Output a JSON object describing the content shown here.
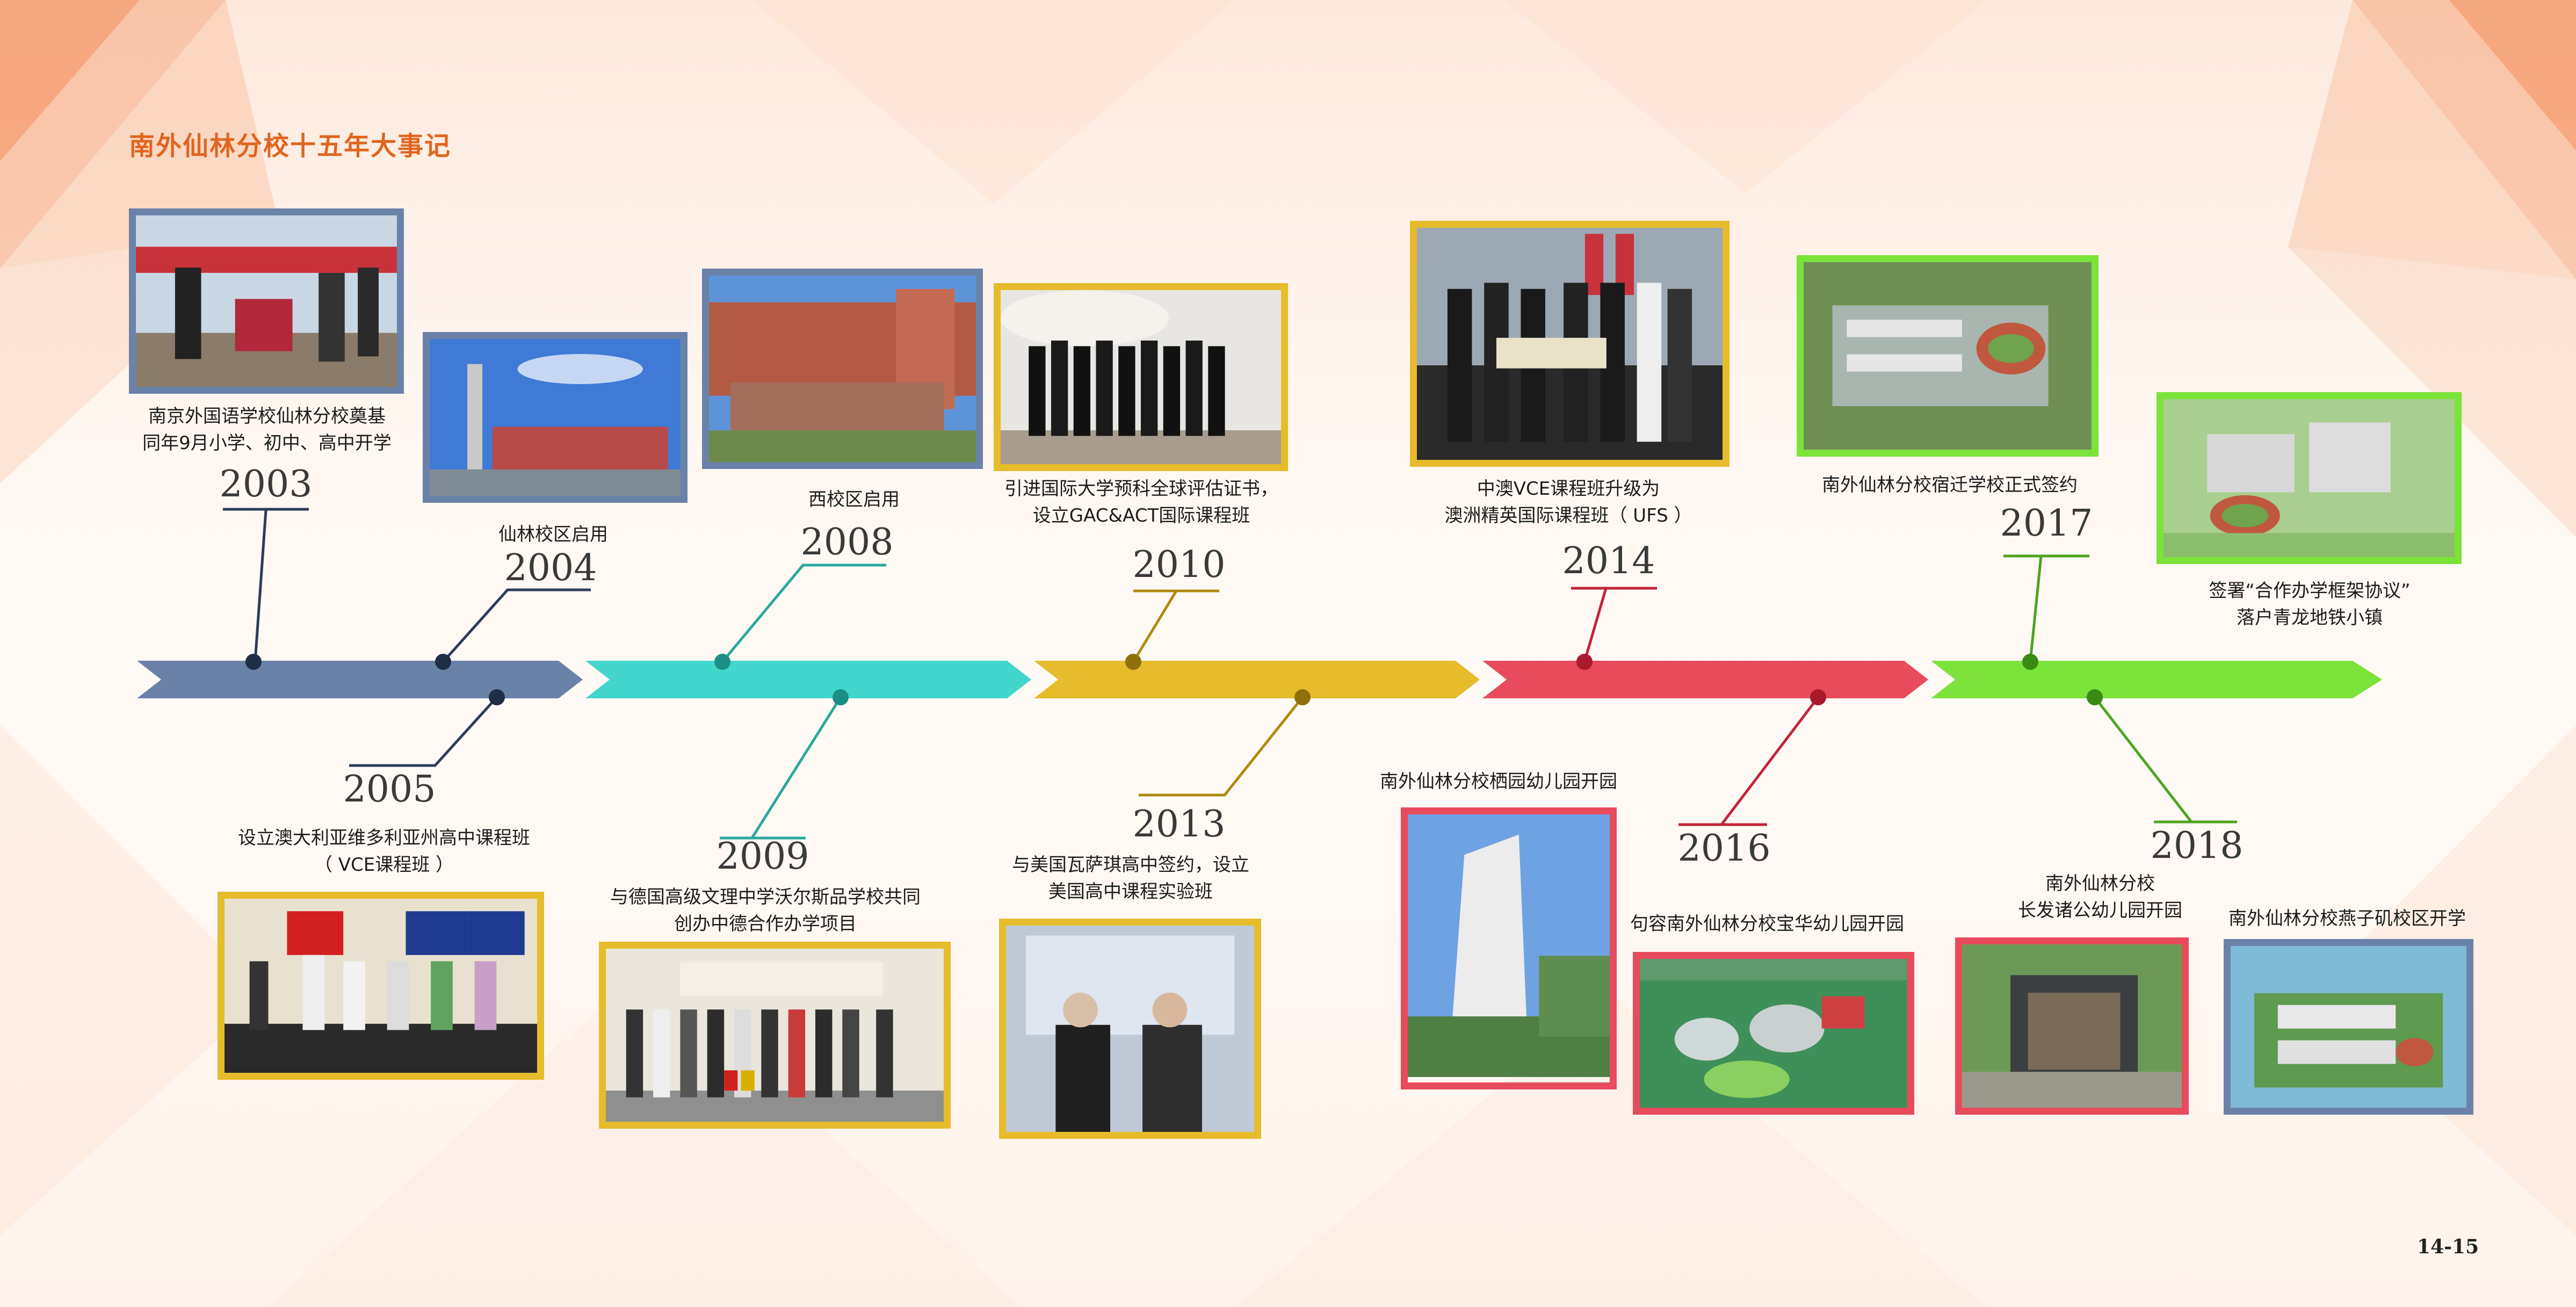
{
  "page_title": "南外仙林分校十五年大事记",
  "page_number": "14-15",
  "colors": {
    "accent_orange": "#e0651f",
    "segment_blue": "#6b82a8",
    "segment_teal": "#42d6cc",
    "segment_gold": "#e6bb2c",
    "segment_red": "#e84b5c",
    "segment_green": "#7be33a"
  },
  "events": [
    {
      "year": "2003",
      "caption_lines": [
        "南京外国语学校仙林分校奠基",
        "同年9月小学、初中、高中开学"
      ],
      "photo_icon": "groundbreaking-ceremony-photo"
    },
    {
      "year": "2004",
      "caption_lines": [
        "仙林校区启用"
      ],
      "photo_icon": "campus-tower-photo"
    },
    {
      "year": "2005",
      "caption_lines": [
        "设立澳大利亚维多利亚州高中课程班",
        "（ VCE课程班 ）"
      ],
      "photo_icon": "delegation-flags-photo"
    },
    {
      "year": "2008",
      "caption_lines": [
        "西校区启用"
      ],
      "photo_icon": "west-campus-sign-photo"
    },
    {
      "year": "2009",
      "caption_lines": [
        "与德国高级文理中学沃尔斯品学校共同",
        "创办中德合作办学项目"
      ],
      "photo_icon": "german-partnership-photo"
    },
    {
      "year": "2010",
      "caption_lines": [
        "引进国际大学预科全球评估证书，",
        "设立GAC&ACT国际课程班"
      ],
      "photo_icon": "graduates-photo"
    },
    {
      "year": "2013",
      "caption_lines": [
        "与美国瓦萨琪高中签约，设立",
        "美国高中课程实验班"
      ],
      "photo_icon": "signing-handshake-photo"
    },
    {
      "year": "2014",
      "caption_lines": [
        "中澳VCE课程班升级为",
        "澳洲精英国际课程班（ UFS ）"
      ],
      "photo_icon": "scroll-presentation-photo"
    },
    {
      "year": "2016",
      "caption_lines": [
        "南外仙林分校栖园幼儿园开园"
      ],
      "extra_caption": "句容南外仙林分校宝华幼儿园开园",
      "photo_icon": "kindergarten-pillar-photo",
      "extra_photo_icon": "kindergarten-aerial-photo"
    },
    {
      "year": "2017",
      "caption_lines": [
        "南外仙林分校宿迁学校正式签约"
      ],
      "photo_icon": "suqian-aerial-photo"
    },
    {
      "year": "2018",
      "caption_lines": [
        "南外仙林分校",
        "长发诸公幼儿园开园"
      ],
      "extra_caption": "南外仙林分校燕子矶校区开学",
      "photo_icon": "kindergarten-gate-photo",
      "extra_photo_icon": "yanziji-campus-photo"
    },
    {
      "caption_lines": [
        "签署“合作办学框架协议”",
        "落户青龙地铁小镇"
      ],
      "photo_icon": "qinglong-plan-photo"
    }
  ]
}
